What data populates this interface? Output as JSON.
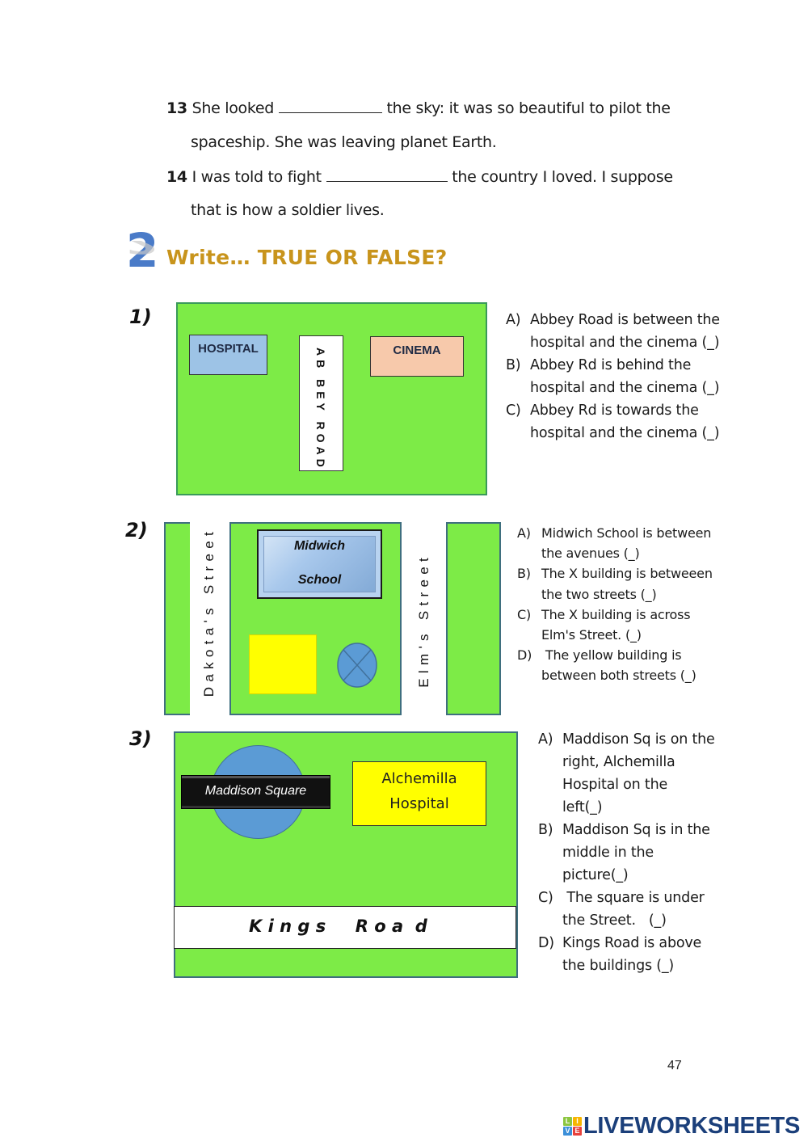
{
  "exercise1": {
    "q13": {
      "number": "13",
      "before": "She looked",
      "after": "the sky: it was so beautiful to pilot the",
      "line2": "spaceship.  She was leaving planet Earth."
    },
    "q14": {
      "number": "14",
      "before": "I was told to fight",
      "after": "the country I loved. I suppose",
      "line2": "that is how a soldier lives."
    }
  },
  "section": {
    "number": "2",
    "title": "Write… TRUE OR FALSE?"
  },
  "item1": {
    "label": "1)",
    "map": {
      "hospital": "HOSPITAL",
      "cinema": "CINEMA",
      "road": "AB BEY   ROAD",
      "colors": {
        "ground": "#7deb47",
        "hospital": "#9dc3e6",
        "cinema": "#f7c9ab"
      }
    },
    "options": [
      {
        "letter": "A)",
        "line1": "Abbey Road is between the",
        "line2": "hospital and the cinema (_)"
      },
      {
        "letter": "B)",
        "line1": "Abbey Rd is behind the",
        "line2": "hospital and the cinema (_)"
      },
      {
        "letter": "C)",
        "line1": "Abbey Rd is towards the",
        "line2": "hospital and the cinema  (_)"
      }
    ]
  },
  "item2": {
    "label": "2)",
    "map": {
      "street_left": "Dakota's Street",
      "street_right": "Elm's Street",
      "school_line1": "Midwich",
      "school_line2": "School",
      "colors": {
        "ground": "#7deb47",
        "school": "#a8c8ec",
        "yellow": "#ffff00",
        "circle": "#5b9bd5"
      }
    },
    "options": [
      {
        "letter": "A)",
        "line1": "Midwich School is between",
        "line2": "the avenues (_)"
      },
      {
        "letter": "B)",
        "line1": "The X building is betweeen",
        "line2": "the two streets (_)"
      },
      {
        "letter": "C)",
        "line1": "The X building is across",
        "line2": "Elm's Street. (_)"
      },
      {
        "letter": "D)",
        "line1": " The yellow building is",
        "line2": "between both streets (_)"
      }
    ]
  },
  "item3": {
    "label": "3)",
    "map": {
      "square": "Maddison Square",
      "hospital_line1": "Alchemilla",
      "hospital_line2": "Hospital",
      "road": "K i n g s     R o a  d",
      "colors": {
        "ground": "#7deb47",
        "circle": "#5b9bd5",
        "hospital": "#ffff00",
        "banner": "#111111"
      }
    },
    "options": [
      {
        "letter": "A)",
        "lines": [
          "Maddison Sq is on the",
          "right, Alchemilla",
          "Hospital on the",
          "left(_)"
        ]
      },
      {
        "letter": "B)",
        "lines": [
          "Maddison Sq is in the",
          "middle in the",
          "picture(_)"
        ]
      },
      {
        "letter": "C)",
        "lines": [
          " The square is under",
          "the Street.   (_)"
        ]
      },
      {
        "letter": "D)",
        "lines": [
          "Kings Road is above",
          "the buildings (_)"
        ]
      }
    ]
  },
  "footer": {
    "page_number": "47",
    "logo": {
      "cells": [
        "L",
        "I",
        "V",
        "E"
      ],
      "cell_colors": [
        "#8cc63f",
        "#f7b500",
        "#3b8fd9",
        "#e8413c"
      ],
      "text": "LIVEWORKSHEETS"
    }
  }
}
